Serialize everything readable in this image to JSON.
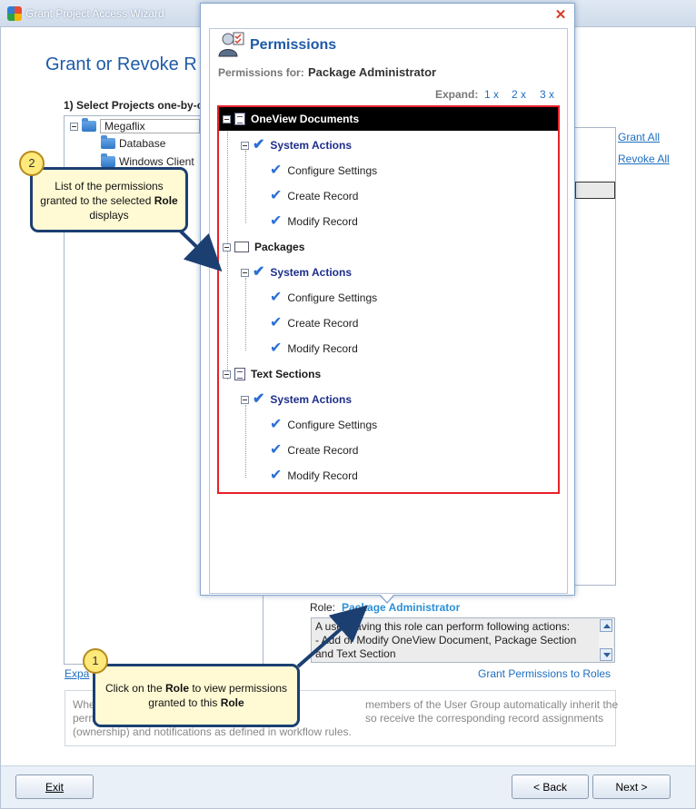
{
  "window": {
    "title": "Grant Project Access Wizard"
  },
  "main": {
    "heading": "Grant or Revoke R",
    "step_label": "1) Select Projects one-by-o",
    "projects": [
      {
        "label": "Megaflix"
      },
      {
        "label": "Database"
      },
      {
        "label": "Windows Client"
      }
    ],
    "grant_all": "Grant All",
    "revoke_all": "Revoke All",
    "role_label": "Role:",
    "role_value": "Package Administrator",
    "role_description": "A user having this role can perform following actions:\n- Add or Modify OneView Document, Package Section and Text Section",
    "expand_link": "Expa",
    "grant_permissions_link": "Grant Permissions to Roles",
    "info_pre_1": "Whe",
    "info_pre_2": "perm",
    "info_line_1": "members of the User Group automatically inherit the",
    "info_line_2": "so receive the corresponding record assignments",
    "info_line_3": "(ownership) and notifications as defined in workflow rules."
  },
  "buttons": {
    "exit": "Exit",
    "back": "< Back",
    "next": "Next >"
  },
  "popup": {
    "title": "Permissions",
    "permissions_for_label": "Permissions for:",
    "permissions_for_value": "Package Administrator",
    "expand_label": "Expand:",
    "expand_options": [
      "1 x",
      "2 x",
      "3 x"
    ],
    "groups": [
      {
        "name": "OneView Documents",
        "subgroup": "System Actions",
        "actions": [
          "Configure Settings",
          "Create Record",
          "Modify Record"
        ]
      },
      {
        "name": "Packages",
        "subgroup": "System Actions",
        "actions": [
          "Configure Settings",
          "Create Record",
          "Modify Record"
        ]
      },
      {
        "name": "Text Sections",
        "subgroup": "System Actions",
        "actions": [
          "Configure Settings",
          "Create Record",
          "Modify Record"
        ]
      }
    ]
  },
  "callouts": {
    "one": {
      "number": "1",
      "text_pre": "Click on the ",
      "bold_1": "Role",
      "text_mid": " to view permissions granted to this ",
      "bold_2": "Role"
    },
    "two": {
      "number": "2",
      "text_pre": "List of the permissions granted to the selected ",
      "bold": "Role",
      "text_post": " displays"
    }
  },
  "colors": {
    "accent": "#1e5aa8",
    "link": "#1e6fc1",
    "highlight_border": "#e8202a",
    "check": "#2b6fd6",
    "callout_bg": "#fffad4",
    "callout_border": "#1c3f72"
  }
}
